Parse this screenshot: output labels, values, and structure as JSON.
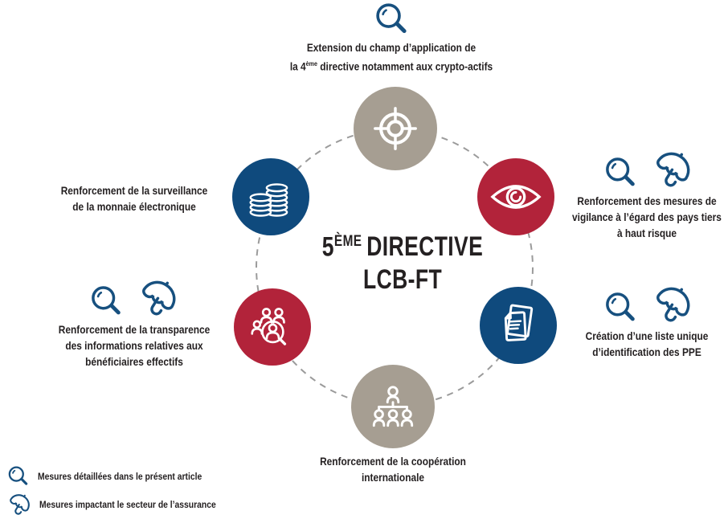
{
  "colors": {
    "red": "#b2233a",
    "blue": "#0f4a7d",
    "gray": "#a69e92",
    "icon-stroke": "#17507f",
    "dash": "#9b9b9b",
    "text": "#242021"
  },
  "title": {
    "num": "5",
    "sup": "ÈME",
    "word": "DIRECTIVE",
    "line2": "LCB-FT"
  },
  "nodes": {
    "extension": {
      "color": "gray",
      "icon": "target-icon",
      "badges": [
        "magnifier-icon"
      ],
      "line1": "Extension du champ d’application de",
      "line2_pre": "la 4",
      "line2_sup": "ème",
      "line2_post": " directive notamment aux crypto-actifs"
    },
    "vigilance": {
      "color": "red",
      "icon": "eye-icon",
      "badges": [
        "magnifier-icon",
        "umbrella-icon"
      ],
      "line1": "Renforcement des mesures de",
      "line2": "vigilance à l’égard des pays tiers",
      "line3": "à haut risque"
    },
    "ppe": {
      "color": "blue",
      "icon": "documents-icon",
      "badges": [
        "magnifier-icon",
        "umbrella-icon"
      ],
      "line1": "Création d’une liste unique",
      "line2": "d’identification des PPE"
    },
    "cooperation": {
      "color": "gray",
      "icon": "org-chart-icon",
      "badges": [],
      "line1": "Renforcement de la coopération",
      "line2": "internationale"
    },
    "transparence": {
      "color": "red",
      "icon": "people-search-icon",
      "badges": [
        "magnifier-icon",
        "umbrella-icon"
      ],
      "line1": "Renforcement de la transparence",
      "line2": "des informations relatives aux",
      "line3": "bénéficiaires effectifs"
    },
    "surveillance": {
      "color": "blue",
      "icon": "coins-icon",
      "badges": [],
      "line1": "Renforcement de la surveillance",
      "line2": "de la monnaie électronique"
    }
  },
  "legend": {
    "items": [
      {
        "icon": "magnifier-icon",
        "label": "Mesures détaillées dans le présent article"
      },
      {
        "icon": "umbrella-icon",
        "label": "Mesures impactant le secteur de l’assurance"
      }
    ]
  }
}
